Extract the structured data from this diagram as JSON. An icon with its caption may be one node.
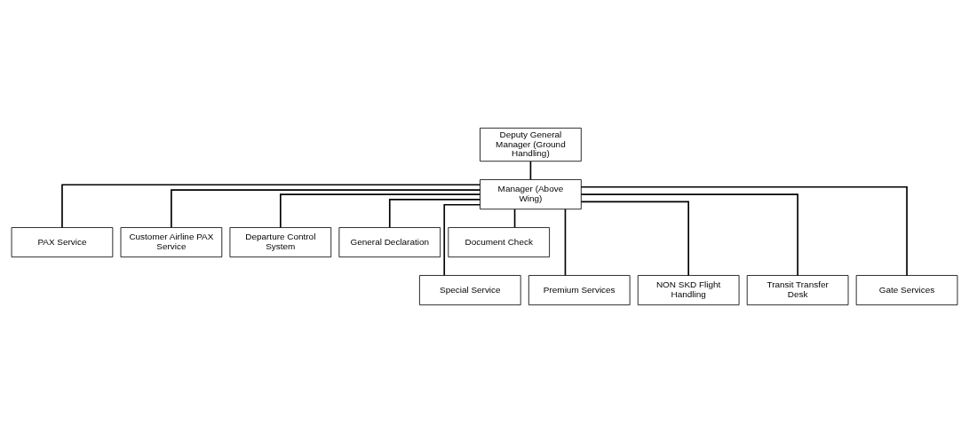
{
  "diagram": {
    "nodes": [
      {
        "text": [
          "Deputy General Manager (Ground Handling)"
        ]
      },
      {
        "text": [
          "Manager (Above Wing)"
        ]
      },
      {
        "text": [
          "PAX Service"
        ]
      },
      {
        "text": [
          "Customer Airline PAX Service"
        ]
      },
      {
        "text": [
          "Departure Control System"
        ]
      },
      {
        "text": [
          "General Declaration"
        ]
      },
      {
        "text": [
          "Document Check"
        ]
      },
      {
        "text": [
          "Special Service"
        ]
      },
      {
        "text": [
          "Premium Services"
        ]
      },
      {
        "text": [
          "NON SKD Flight Handling"
        ]
      },
      {
        "text": [
          "Transit Transfer Desk"
        ]
      },
      {
        "text": [
          "Gate Services"
        ]
      }
    ],
    "edges": [
      {
        "from": 0,
        "to": 1,
        "arrow": "none"
      },
      {
        "from": 1,
        "to": 2,
        "arrow": "none"
      },
      {
        "from": 1,
        "to": 3,
        "arrow": "none"
      },
      {
        "from": 1,
        "to": 4,
        "arrow": "none"
      },
      {
        "from": 1,
        "to": 5,
        "arrow": "none"
      },
      {
        "from": 1,
        "to": 6,
        "arrow": "none"
      },
      {
        "from": 1,
        "to": 7,
        "arrow": "none"
      },
      {
        "from": 1,
        "to": 8,
        "arrow": "none"
      },
      {
        "from": 1,
        "to": 9,
        "arrow": "none"
      },
      {
        "from": 1,
        "to": 10,
        "arrow": "none"
      },
      {
        "from": 1,
        "to": 11,
        "arrow": "none"
      }
    ]
  }
}
